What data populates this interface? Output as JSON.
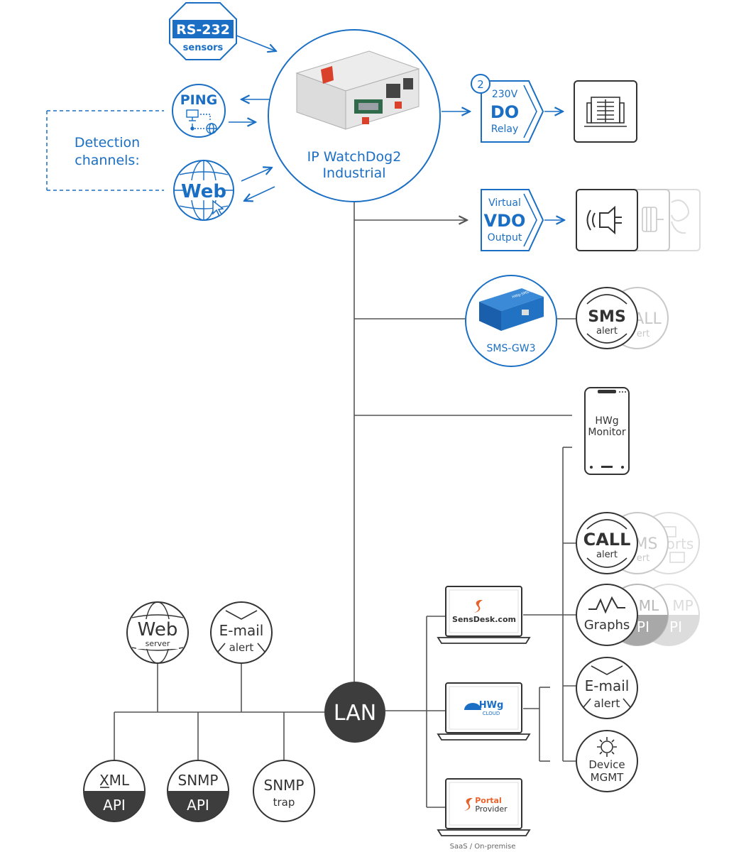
{
  "center": {
    "line1": "IP WatchDog2",
    "line2": "Industrial"
  },
  "rs232": {
    "title": "RS-232",
    "sub": "sensors"
  },
  "detection": {
    "line1": "Detection",
    "line2": "channels:"
  },
  "ping": {
    "label": "PING"
  },
  "web_channel": {
    "label": "Web"
  },
  "do_relay": {
    "badge": "2",
    "top": "230V",
    "main": "DO",
    "bottom": "Relay"
  },
  "vdo": {
    "top": "Virtual",
    "main": "VDO",
    "bottom": "Output"
  },
  "smsgw": {
    "label": "SMS-GW3",
    "device_text": "HWg-SMS-GW3"
  },
  "sms_alert": {
    "main": "SMS",
    "sub": "alert"
  },
  "call_ghost": {
    "main": "ALL",
    "sub": "ert"
  },
  "hwg_monitor": {
    "line1": "HWg",
    "line2": "Monitor"
  },
  "call_alert": {
    "main": "CALL",
    "sub": "alert"
  },
  "call_ghost1": {
    "main": "MS",
    "sub": "ert"
  },
  "call_ghost2": {
    "main": "orts"
  },
  "graphs": {
    "label": "Graphs"
  },
  "graphs_ghost1": {
    "top": "ML",
    "bottom": "PI"
  },
  "graphs_ghost2": {
    "top": "MP",
    "bottom": "PI"
  },
  "email_right": {
    "main": "E-mail",
    "sub": "alert"
  },
  "device_mgmt": {
    "line1": "Device",
    "line2": "MGMT"
  },
  "lan": {
    "label": "LAN"
  },
  "web_server": {
    "main": "Web",
    "sub": "server"
  },
  "email_left": {
    "main": "E-mail",
    "sub": "alert"
  },
  "xml_api": {
    "top": "XML",
    "bottom": "API"
  },
  "snmp_api": {
    "top": "SNMP",
    "bottom": "API"
  },
  "snmp_trap": {
    "main": "SNMP",
    "sub": "trap"
  },
  "sensdesk": {
    "label": "SensDesk.com"
  },
  "hwg_cloud": {
    "main": "HWg",
    "sub": "CLOUD"
  },
  "portal": {
    "line1": "Portal",
    "line2": "Provider"
  },
  "saas": {
    "label": "SaaS / On-premise"
  },
  "colors": {
    "blue": "#1a6fc4",
    "dark": "#333333",
    "ghost": "#c8c8c8",
    "lan_fill": "#3d3d3d",
    "red": "#d9412b",
    "accent_orange": "#e8632b"
  }
}
